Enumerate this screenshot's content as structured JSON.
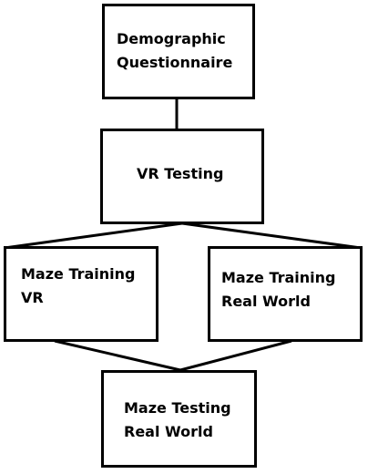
{
  "diagram": {
    "nodes": {
      "demographic": {
        "lines": [
          "Demographic",
          "Questionnaire"
        ]
      },
      "vr_testing": {
        "lines": [
          "VR Testing"
        ]
      },
      "maze_training_vr": {
        "lines": [
          "Maze Training",
          "VR"
        ]
      },
      "maze_training_real": {
        "lines": [
          "Maze Training",
          "Real World"
        ]
      },
      "maze_testing_real": {
        "lines": [
          "Maze Testing",
          "Real World"
        ]
      }
    },
    "edges": [
      {
        "from": "demographic",
        "to": "vr_testing"
      },
      {
        "from": "vr_testing",
        "to": "maze_training_vr"
      },
      {
        "from": "vr_testing",
        "to": "maze_training_real"
      },
      {
        "from": "maze_training_vr",
        "to": "maze_testing_real"
      },
      {
        "from": "maze_training_real",
        "to": "maze_testing_real"
      }
    ],
    "colors": {
      "stroke": "#000000",
      "fill": "#ffffff",
      "text": "#000000"
    }
  }
}
